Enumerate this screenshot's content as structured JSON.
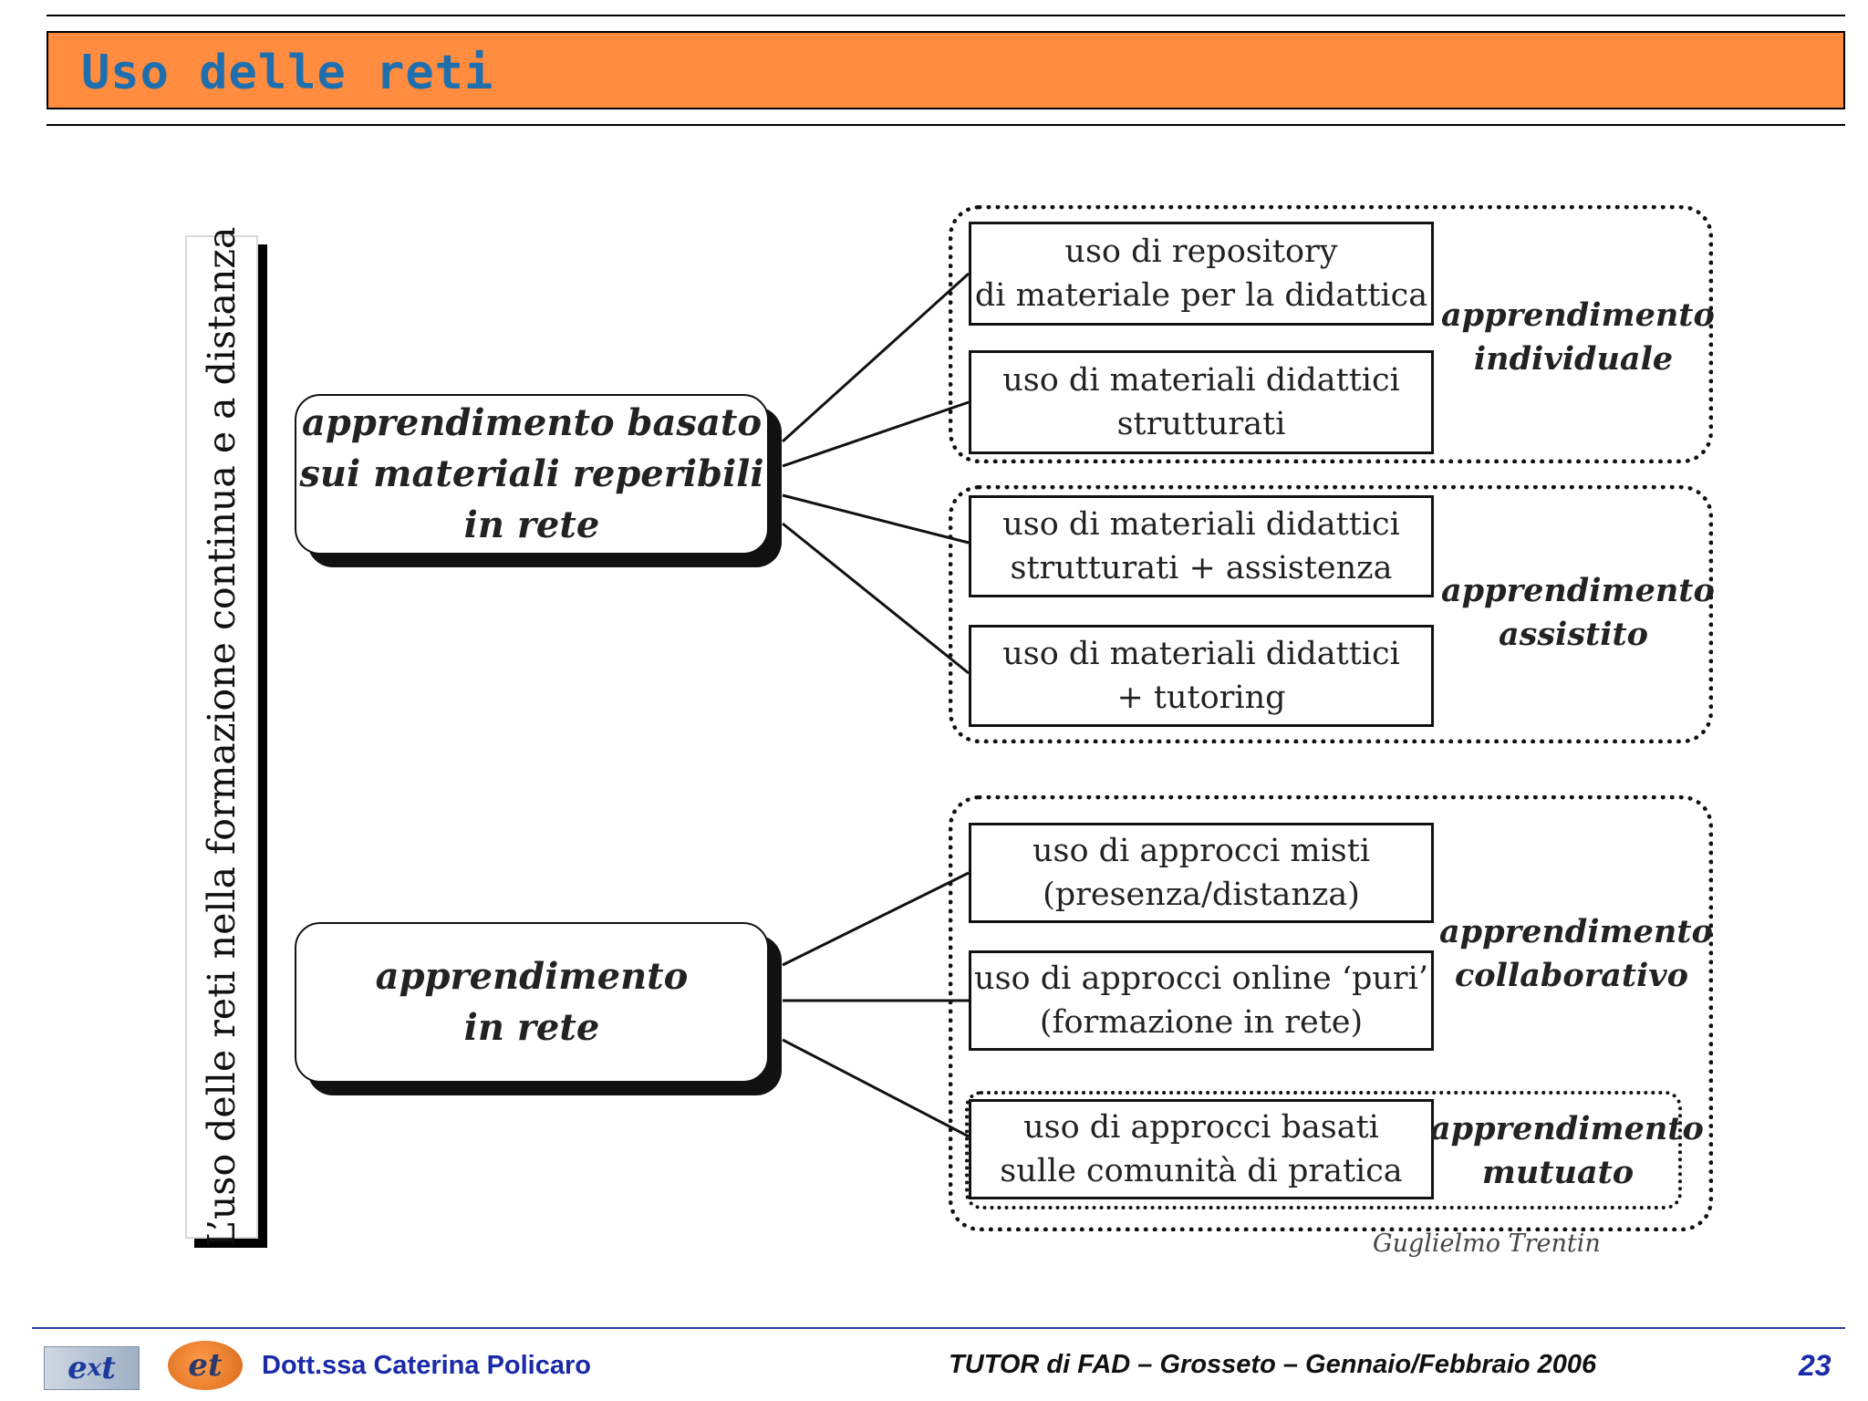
{
  "header": {
    "title": "Uso delle reti"
  },
  "diagram": {
    "vertical_label": "L’uso delle reti nella formazione continua e a distanza",
    "nodes": [
      {
        "label": "apprendimento basato\nsui materiali reperibili\nin rete"
      },
      {
        "label": "apprendimento\nin rete"
      }
    ],
    "leaves": [
      {
        "label": "uso di repository\ndi materiale per la didattica"
      },
      {
        "label": "uso di materiali didattici\nstrutturati"
      },
      {
        "label": "uso di materiali didattici\nstrutturati + assistenza"
      },
      {
        "label": "uso di materiali didattici\n+ tutoring"
      },
      {
        "label": "uso di approcci misti\n(presenza/distanza)"
      },
      {
        "label": "uso di approcci online ‘puri’\n(formazione in rete)"
      },
      {
        "label": "uso di approcci basati\nsulle comunità di pratica"
      }
    ],
    "categories": [
      {
        "label": "apprendimento\nindividuale"
      },
      {
        "label": "apprendimento\nassistito"
      },
      {
        "label": "apprendimento\ncollaborativo"
      },
      {
        "label": "apprendimento\nmutuato"
      }
    ],
    "credit": "Guglielmo Trentin"
  },
  "footer": {
    "author": "Dott.ssa Caterina Policaro",
    "event": "TUTOR di FAD – Grosseto – Gennaio/Febbraio  2006",
    "page_number": "23"
  },
  "colors": {
    "title_bar": "#ff8c3f",
    "title_text": "#1f6fae",
    "footer_text": "#1a2aa8"
  }
}
